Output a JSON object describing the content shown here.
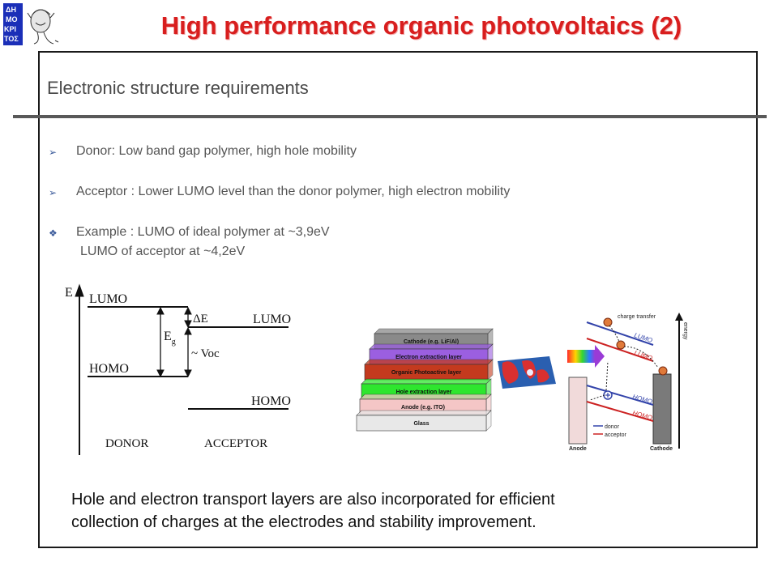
{
  "logo": {
    "letters": [
      "ΔΗ",
      "ΜΟ",
      "ΚΡΙ",
      "ΤΟΣ"
    ]
  },
  "title": "High performance organic photovoltaics (2)",
  "subtitle": "Electronic structure requirements",
  "bullets": [
    {
      "marker": "➢",
      "text": "Donor:  Low band gap polymer, high hole mobility"
    },
    {
      "marker": "➢",
      "text": "Acceptor : Lower LUMO level than the donor polymer, high electron mobility"
    },
    {
      "marker": "❖",
      "line1": "Example : LUMO of ideal polymer at  ~3,9eV",
      "line2": "LUMO of acceptor at ~4,2eV"
    }
  ],
  "energy_diagram": {
    "axis_label": "E",
    "donor_lumo": "LUMO",
    "donor_homo": "HOMO",
    "acceptor_lumo": "LUMO",
    "acceptor_homo": "HOMO",
    "gap_label": "E",
    "gap_sub": "g",
    "delta_label": "ΔE",
    "voc_label": "~ Voc",
    "donor_label": "DONOR",
    "acceptor_label": "ACCEPTOR"
  },
  "layer_stack": {
    "layers": [
      {
        "label": "Cathode (e.g. LiF/Al)",
        "color": "#8a8a8a"
      },
      {
        "label": "Electron extraction layer",
        "color": "#9b5fe0"
      },
      {
        "label": "Organic Photoactive layer",
        "color": "#c43a1e"
      },
      {
        "label": "Hole extraction layer",
        "color": "#2ee62e"
      },
      {
        "label": "Anode (e.g. ITO)",
        "color": "#f4c6c6"
      },
      {
        "label": "Glass",
        "color": "#e8e8e8"
      }
    ]
  },
  "band_diagram": {
    "charge_transfer": "charge transfer",
    "energy": "energy",
    "lumo1": "LUMO",
    "lumo2": "LUMO",
    "homo1": "HOMO",
    "homo2": "HOMO",
    "legend_donor": "donor",
    "legend_acceptor": "acceptor",
    "anode": "Anode",
    "cathode": "Cathode",
    "donor_color": "#3344aa",
    "acceptor_color": "#cc2222"
  },
  "footer": {
    "line1": "Hole and electron transport layers are also incorporated for efficient",
    "line2": "collection of charges at the electrodes and stability improvement."
  }
}
